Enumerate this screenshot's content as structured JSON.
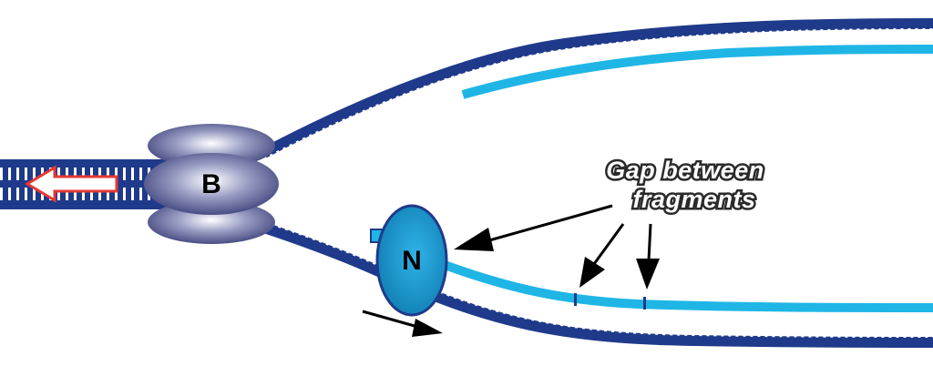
{
  "labels": {
    "enzyme_b": "B",
    "enzyme_n": "N",
    "callout_line1": "Gap between",
    "callout_line2": "fragments"
  },
  "colors": {
    "backbone_dark": "#1f3a8a",
    "new_strand_light": "#1fb6e6",
    "rung_white": "#ffffff",
    "enzyme_b": "#4a4f86",
    "enzyme_n": "#1b8fc7",
    "arrow_outline": "#e53935"
  }
}
